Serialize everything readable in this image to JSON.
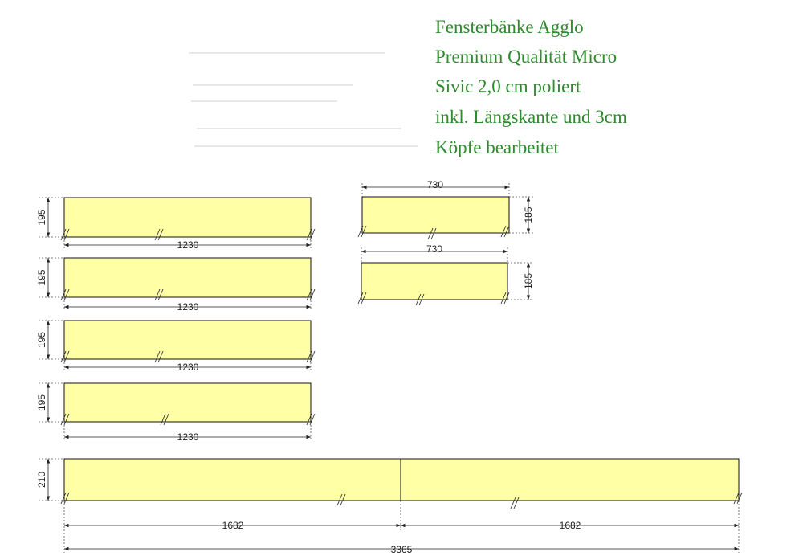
{
  "title_lines": [
    "Fensterbänke Agglo",
    "Premium Qualität Micro",
    "Sivic 2,0 cm poliert",
    "inkl. Längskante und 3cm",
    "Köpfe bearbeitet"
  ],
  "colors": {
    "panel_fill": "#ffffa6",
    "title": "#2e8b2e",
    "outline": "#111111"
  },
  "panels": [
    {
      "length_label": "1230",
      "depth_label": "195"
    },
    {
      "length_label": "1230",
      "depth_label": "195"
    },
    {
      "length_label": "1230",
      "depth_label": "195"
    },
    {
      "length_label": "1230",
      "depth_label": "195"
    },
    {
      "length_label": "730",
      "depth_label": "185"
    },
    {
      "length_label": "730",
      "depth_label": "185"
    }
  ],
  "long_panel": {
    "depth_label": "210",
    "segment_labels": [
      "1682",
      "1682"
    ],
    "total_label": "3365"
  }
}
